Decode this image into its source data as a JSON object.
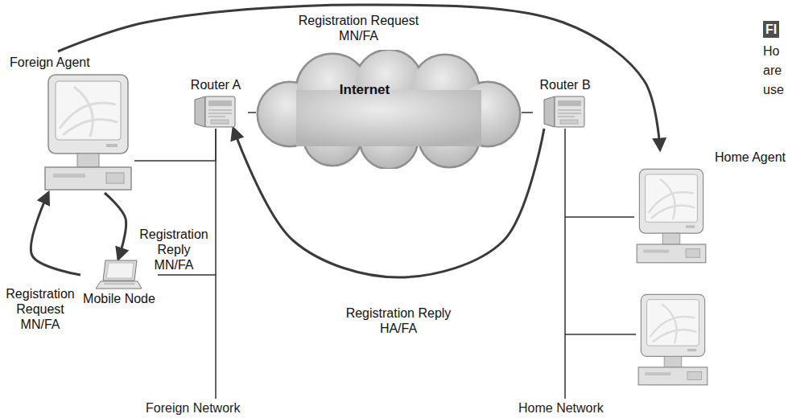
{
  "diagram": {
    "nodes": [
      {
        "text": [
          "Foreign Agent"
        ]
      },
      {
        "text": [
          "Router A"
        ]
      },
      {
        "text": [
          "Internet"
        ]
      },
      {
        "text": [
          "Router B"
        ]
      },
      {
        "text": [
          "Home Agent"
        ]
      },
      {
        "text": [
          "Mobile Node"
        ]
      }
    ],
    "edges": [
      {
        "from": 0,
        "to": 4,
        "label": "Registration Request MN/FA",
        "arrow": "to"
      },
      {
        "from": 5,
        "to": 0,
        "label": "Registration Request MN/FA",
        "arrow": "to"
      },
      {
        "from": 0,
        "to": 5,
        "label": "Registration Reply MN/FA",
        "arrow": "to"
      },
      {
        "from": 3,
        "to": 1,
        "label": "Registration Reply HA/FA",
        "arrow": "to"
      },
      {
        "from": 1,
        "to": 2,
        "arrow": "none"
      },
      {
        "from": 2,
        "to": 3,
        "arrow": "none"
      },
      {
        "from": 1,
        "to": 0,
        "arrow": "none"
      },
      {
        "from": 1,
        "to": 5,
        "arrow": "none"
      },
      {
        "from": 3,
        "to": 4,
        "arrow": "none"
      }
    ],
    "labels": [
      "Foreign Network",
      "Home Network",
      "FI",
      "Ho",
      "are",
      "use"
    ]
  }
}
